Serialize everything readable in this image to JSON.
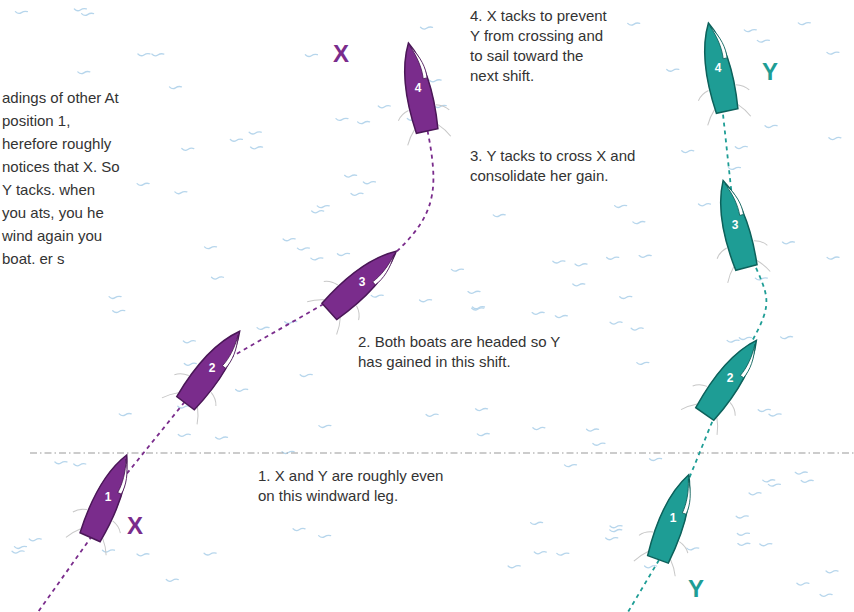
{
  "diagram": {
    "nodes": [
      {
        "text": [
          "1"
        ]
      },
      {
        "text": [
          "2"
        ]
      },
      {
        "text": [
          "3"
        ]
      },
      {
        "text": [
          "4"
        ]
      },
      {
        "text": [
          "1"
        ]
      },
      {
        "text": [
          "2"
        ]
      },
      {
        "text": [
          "3"
        ]
      },
      {
        "text": [
          "4"
        ]
      }
    ],
    "edges": [
      {
        "from": 0,
        "to": 1,
        "arrow": "none"
      },
      {
        "from": 1,
        "to": 2,
        "arrow": "none"
      },
      {
        "from": 2,
        "to": 3,
        "arrow": "none"
      },
      {
        "from": 4,
        "to": 5,
        "arrow": "none"
      },
      {
        "from": 5,
        "to": 6,
        "arrow": "none"
      },
      {
        "from": 6,
        "to": 7,
        "arrow": "none"
      }
    ],
    "labels": [
      "adings of other At position 1, herefore roughly notices that X. So Y tacks. when you ats, you he wind again you boat. er s",
      "4. X tacks to prevent Y from crossing and to sail toward the next shift.",
      "3. Y tacks to cross X and consolidate her gain.",
      "2. Both boats are headed so Y has gained in this shift.",
      "1. X and Y are roughly even on this windward leg.",
      "X",
      "X",
      "Y",
      "Y"
    ]
  }
}
